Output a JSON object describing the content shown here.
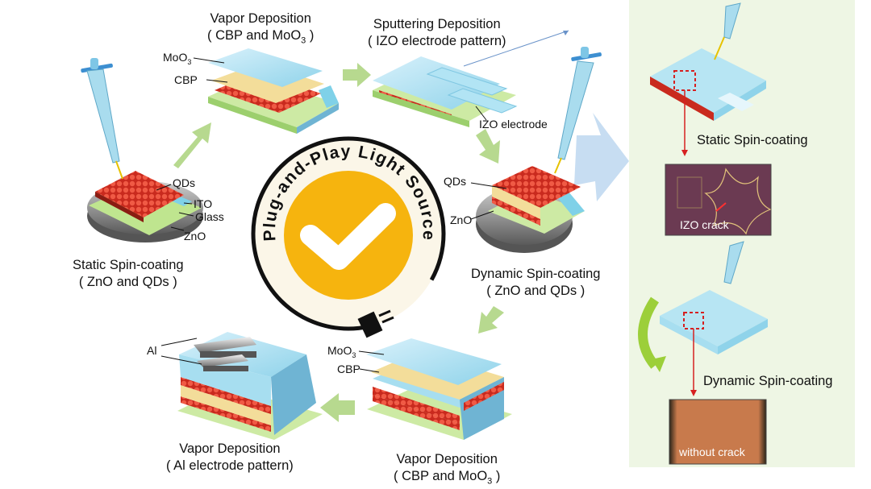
{
  "steps": {
    "step1": {
      "line1": "Static Spin-coating",
      "line2": "( ZnO and QDs )"
    },
    "step2": {
      "line1": "Vapor Deposition",
      "line2": "( CBP and MoO",
      "sub": "3",
      "close": " )"
    },
    "step3": {
      "line1": "Sputtering Deposition",
      "line2": "( IZO electrode pattern)"
    },
    "step4": {
      "line1": "Dynamic Spin-coating",
      "line2": "( ZnO and QDs )"
    },
    "step5": {
      "line1": "Vapor Deposition",
      "line2": "( CBP and MoO",
      "sub": "3",
      "close": " )"
    },
    "step6": {
      "line1": "Vapor Deposition",
      "line2": "( Al electrode pattern)"
    }
  },
  "layers": {
    "qds": "QDs",
    "ito": "ITO",
    "glass": "Glass",
    "zno": "ZnO",
    "moo3": "MoO",
    "moo3_sub": "3",
    "cbp": "CBP",
    "izo_electrode": "IZO electrode",
    "al": "Al"
  },
  "center": {
    "title": "Plug-and-Play Light Source"
  },
  "right_panel": {
    "static_label": "Static Spin-coating",
    "dynamic_label": "Dynamic Spin-coating",
    "izo_crack": "IZO crack",
    "without_crack": "without crack"
  },
  "colors": {
    "arrow_green": "#b7d98f",
    "circle_yellow": "#f6b40e",
    "qd_red": "#e0392b",
    "glass_blue": "#8fd3ea",
    "cbp_yellow": "#f3dd9a",
    "panel_bg": "#eef6e4"
  }
}
